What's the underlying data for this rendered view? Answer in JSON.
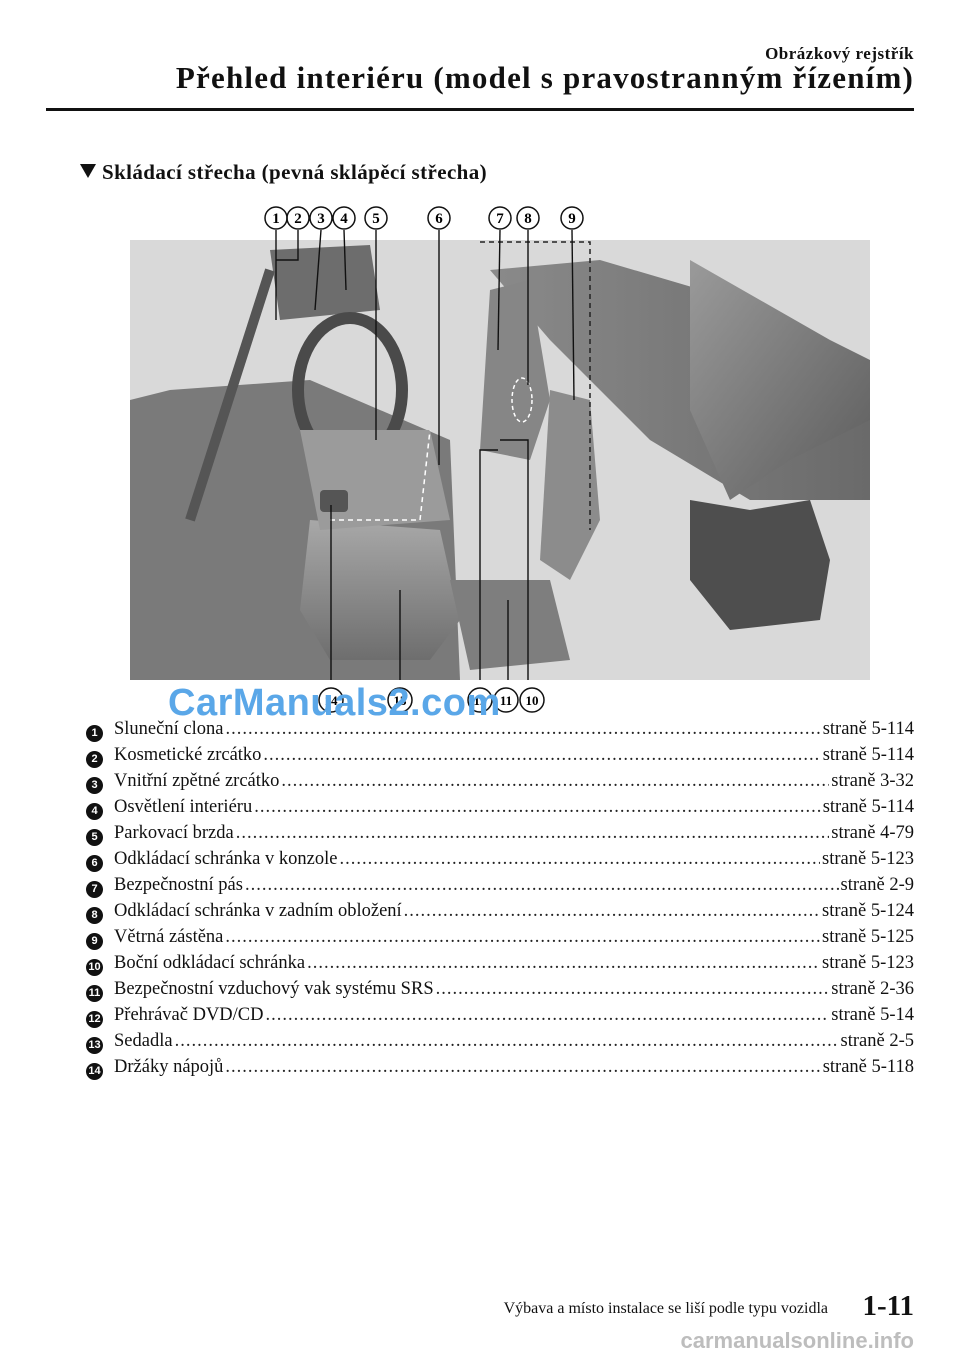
{
  "header": {
    "section": "Obrázkový rejstřík",
    "title": "Přehled interiéru (model s pravostranným řízením)"
  },
  "section_heading": "Skládací střecha (pevná sklápěcí střecha)",
  "watermark": "CarManuals2.com",
  "legend": [
    {
      "num": "1",
      "label": "Sluneční clona",
      "page": "straně 5-114"
    },
    {
      "num": "2",
      "label": "Kosmetické zrcátko",
      "page": "straně 5-114"
    },
    {
      "num": "3",
      "label": "Vnitřní zpětné zrcátko",
      "page": "straně 3-32"
    },
    {
      "num": "4",
      "label": "Osvětlení interiéru",
      "page": "straně 5-114"
    },
    {
      "num": "5",
      "label": "Parkovací brzda",
      "page": "straně 4-79"
    },
    {
      "num": "6",
      "label": "Odkládací schránka v konzole",
      "page": "straně 5-123"
    },
    {
      "num": "7",
      "label": "Bezpečnostní pás",
      "page": "straně 2-9"
    },
    {
      "num": "8",
      "label": "Odkládací schránka v zadním obložení",
      "page": "straně 5-124"
    },
    {
      "num": "9",
      "label": "Větrná zástěna",
      "page": "straně 5-125"
    },
    {
      "num": "10",
      "label": "Boční odkládací schránka",
      "page": "straně 5-123"
    },
    {
      "num": "11",
      "label": "Bezpečnostní vzduchový vak systému SRS",
      "page": "straně 2-36"
    },
    {
      "num": "12",
      "label": "Přehrávač DVD/CD",
      "page": "straně 5-14"
    },
    {
      "num": "13",
      "label": "Sedadla",
      "page": "straně 2-5"
    },
    {
      "num": "14",
      "label": "Držáky nápojů",
      "page": "straně 5-118"
    }
  ],
  "callouts": {
    "top": [
      "1",
      "2",
      "3",
      "4",
      "5",
      "6",
      "7",
      "8",
      "9"
    ],
    "bottom": [
      "14",
      "13",
      "12",
      "11",
      "10"
    ]
  },
  "footer": {
    "note": "Výbava a místo instalace se liší podle typu vozidla",
    "page_number": "1-11",
    "site": "carmanualsonline.info"
  }
}
